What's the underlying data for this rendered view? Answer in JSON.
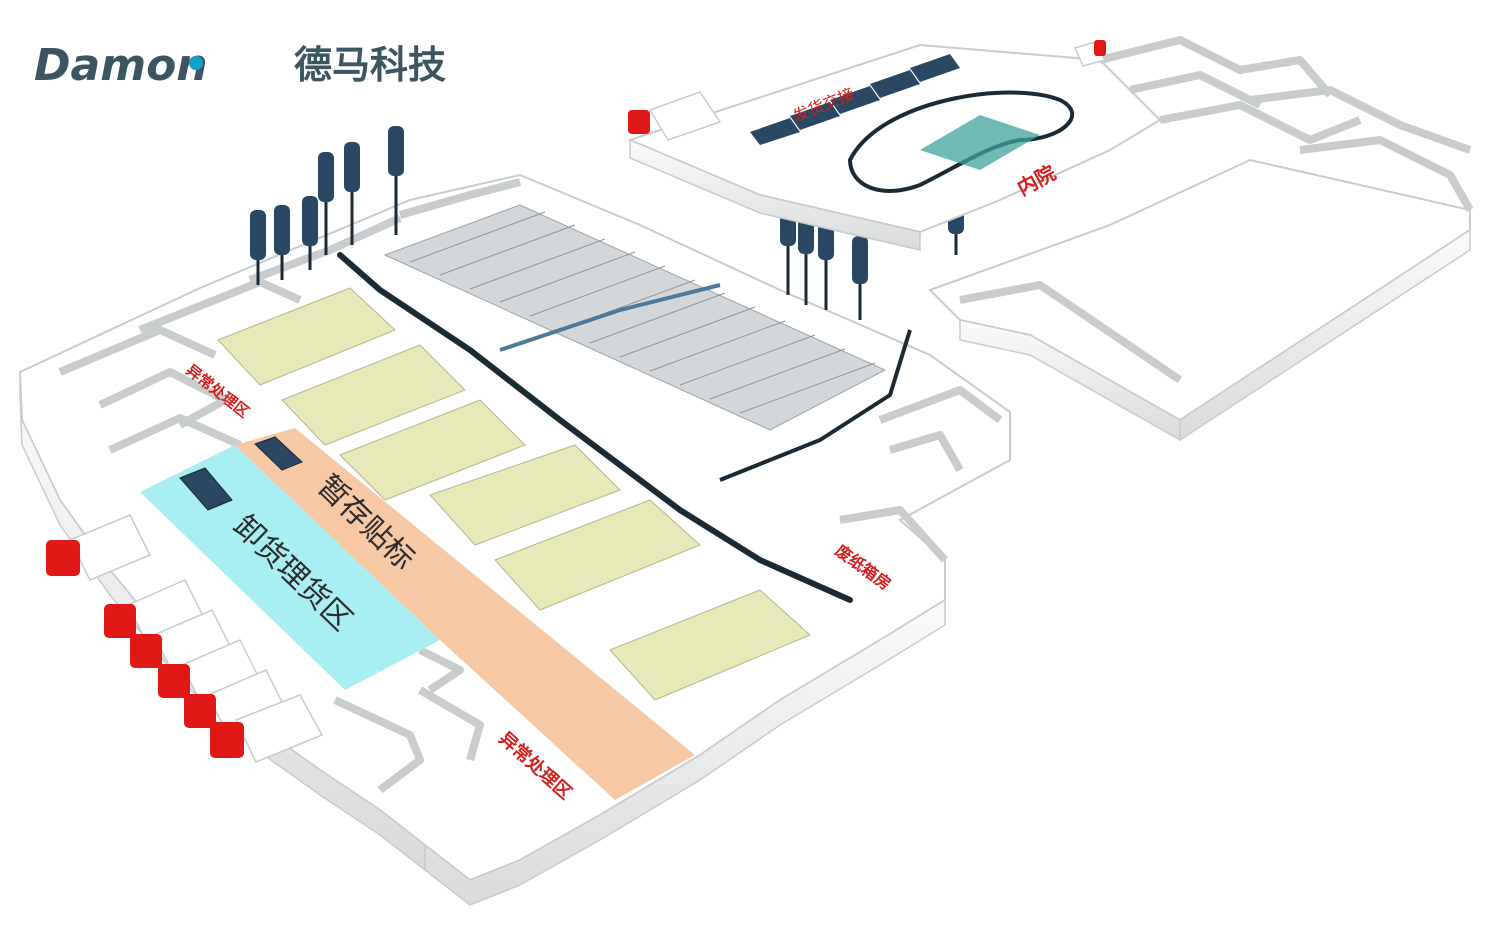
{
  "logo": {
    "wordmark": "Damon",
    "company": "德马科技",
    "brand_color": "#3d5561",
    "accent_color": "#12a0c8"
  },
  "zones": {
    "unload": "卸货理货区",
    "staging": "暂存贴标",
    "exception_left": "异常处理区",
    "exception_bottom": "异常处理区",
    "waste_paper": "废纸箱房",
    "inner_yard": "内院",
    "shipping_handover": "发货交接"
  },
  "colors": {
    "unload_fill": "#a9eef2",
    "staging_fill": "#f6c9a4",
    "label_red": "#d42020",
    "truck_red": "#e01818",
    "wall": "#f3f4f4",
    "wall_edge": "#c9cccc",
    "floor": "#ffffff",
    "rack": "#e8e9b8",
    "conveyor": "#1c2a34",
    "spiral": "#2a4763"
  }
}
